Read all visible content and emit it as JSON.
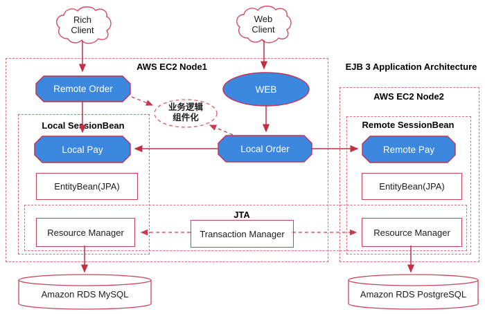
{
  "title": "EJB 3 Application Architecture",
  "clouds": {
    "rich_client": {
      "line1": "Rich",
      "line2": "Client"
    },
    "web_client": {
      "line1": "Web",
      "line2": "Client"
    }
  },
  "node1": {
    "label": "AWS EC2 Node1",
    "remote_order": "Remote Order",
    "web": "WEB",
    "local_order": "Local Order",
    "local_session_bean": {
      "label": "Local SessionBean",
      "local_pay": "Local Pay",
      "entity_bean": "EntityBean(JPA)"
    }
  },
  "node2": {
    "label": "AWS EC2 Node2",
    "remote_session_bean": {
      "label": "Remote SessionBean",
      "remote_pay": "Remote Pay",
      "entity_bean": "EntityBean(JPA)"
    }
  },
  "business_logic_note": {
    "line1": "业务逻辑",
    "line2": "组件化"
  },
  "jta": {
    "label": "JTA",
    "resource_manager_left": "Resource Manager",
    "transaction_manager": "Transaction Manager",
    "resource_manager_right": "Resource Manager"
  },
  "databases": {
    "mysql": "Amazon RDS MySQL",
    "postgresql": "Amazon RDS PostgreSQL"
  },
  "colors": {
    "shape_fill_blue": "#3c87e0",
    "shape_stroke_red": "#c9314b",
    "dashed_line_red": "#dd6a78",
    "solid_arrow_red": "#c22f44",
    "cloud_stroke_red": "#d54a5e",
    "shape_text_white": "#ffffff",
    "text_black": "#111111"
  }
}
